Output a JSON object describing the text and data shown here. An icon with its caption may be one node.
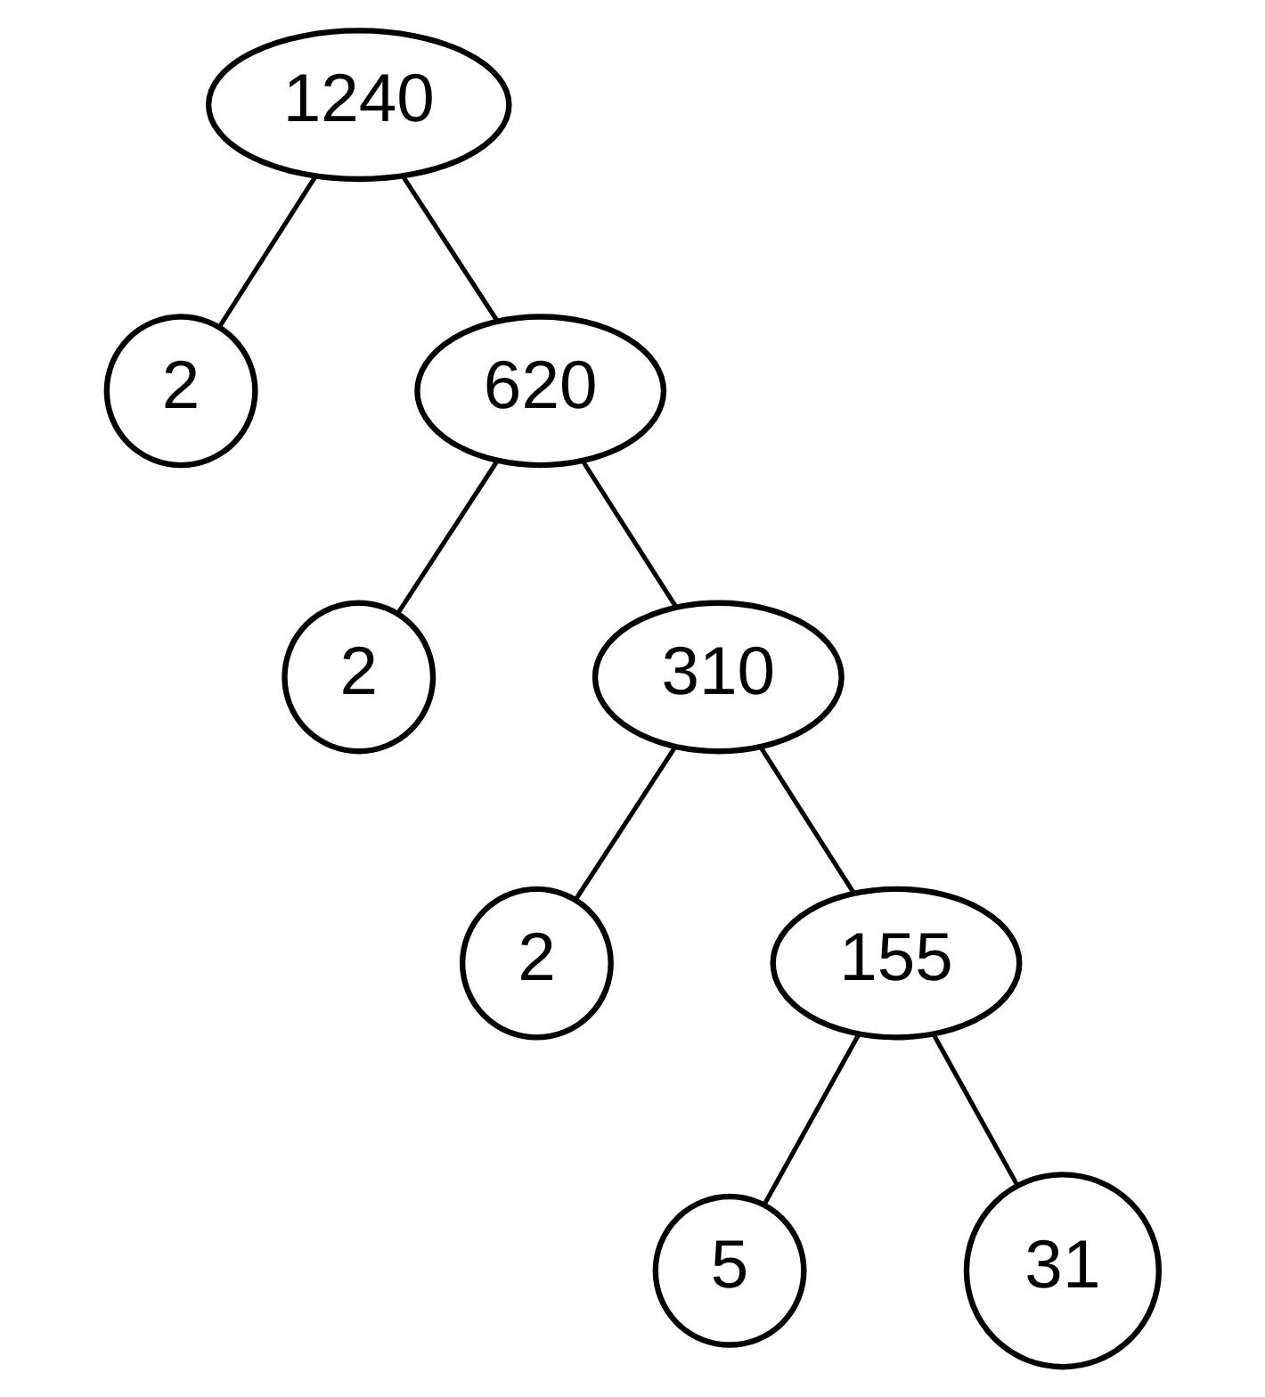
{
  "diagram": {
    "nodes": [
      {
        "text": [
          "1240"
        ]
      },
      {
        "text": [
          "2"
        ]
      },
      {
        "text": [
          "620"
        ]
      },
      {
        "text": [
          "2"
        ]
      },
      {
        "text": [
          "310"
        ]
      },
      {
        "text": [
          "2"
        ]
      },
      {
        "text": [
          "155"
        ]
      },
      {
        "text": [
          "5"
        ]
      },
      {
        "text": [
          "31"
        ]
      }
    ],
    "edges": [
      {
        "from": 0,
        "to": 1,
        "arrow": "none"
      },
      {
        "from": 0,
        "to": 2,
        "arrow": "none"
      },
      {
        "from": 2,
        "to": 3,
        "arrow": "none"
      },
      {
        "from": 2,
        "to": 4,
        "arrow": "none"
      },
      {
        "from": 4,
        "to": 5,
        "arrow": "none"
      },
      {
        "from": 4,
        "to": 6,
        "arrow": "none"
      },
      {
        "from": 6,
        "to": 7,
        "arrow": "none"
      },
      {
        "from": 6,
        "to": 8,
        "arrow": "none"
      }
    ]
  }
}
